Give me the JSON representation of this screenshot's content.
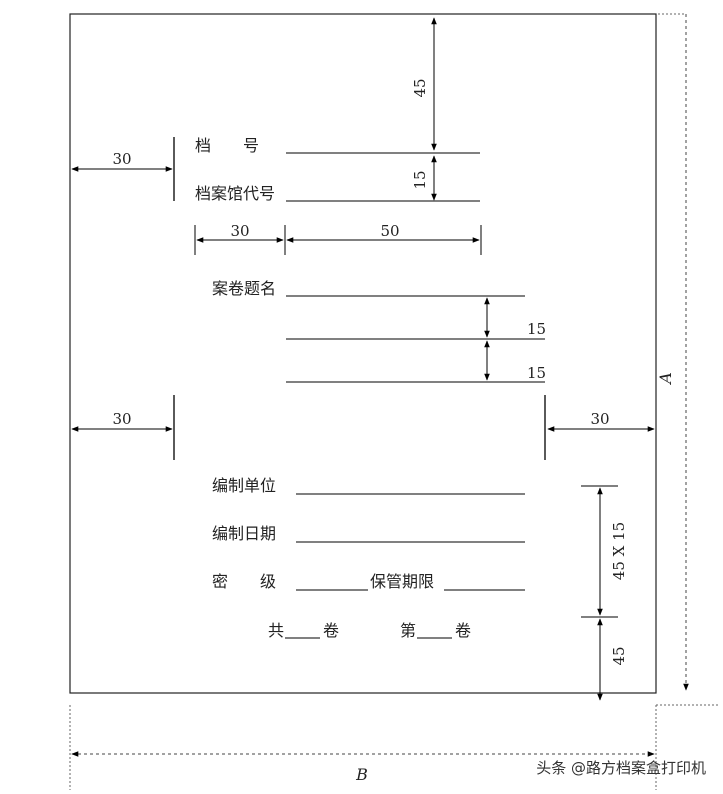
{
  "labels": {
    "archive_no": "档　　号",
    "archive_code": "档案馆代号",
    "case_title": "案卷题名",
    "compiler": "编制单位",
    "compile_date": "编制日期",
    "secret": "密　　级",
    "retention": "保管期限",
    "total": "共",
    "vol": "卷",
    "nth": "第",
    "vol2": "卷"
  },
  "dims": {
    "top_45": "45",
    "gap_15_a": "15",
    "left_30_a": "30",
    "w_30": "30",
    "w_50": "50",
    "gap_15_b": "15",
    "gap_15_c": "15",
    "left_30_b": "30",
    "right_30": "30",
    "lines_45x15": "45 X 15",
    "bottom_45": "45",
    "A": "A",
    "B": "B"
  },
  "watermark": "头条 @路方档案盒打印机"
}
